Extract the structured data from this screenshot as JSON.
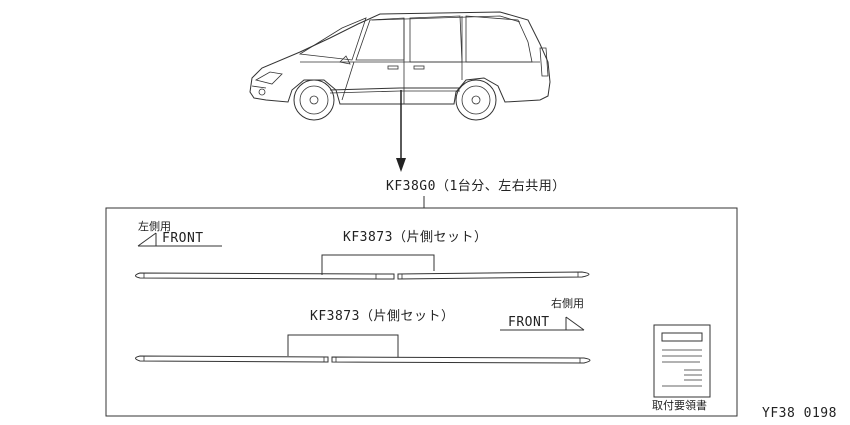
{
  "kit": {
    "part_number": "KF38G0（1台分、左右共用）"
  },
  "left_side": {
    "side_label": "左側用",
    "front_label": "FRONT",
    "set_label": "KF3873（片側セット）"
  },
  "right_side": {
    "side_label": "右側用",
    "front_label": "FRONT",
    "set_label": "KF3873（片側セット）"
  },
  "manual": {
    "label": "取付要領書",
    "icon": "instruction-manual-icon"
  },
  "figure_code": "YF38 0198"
}
